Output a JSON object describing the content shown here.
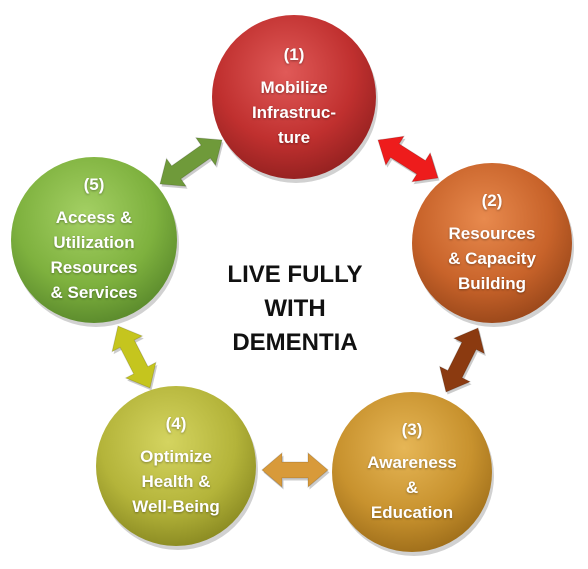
{
  "center_title": [
    "LIVE FULLY",
    "WITH",
    "DEMENTIA"
  ],
  "nodes": [
    {
      "number": "(1)",
      "lines": [
        "Mobilize",
        "Infrastruc-",
        "ture"
      ],
      "color": "#c0302f",
      "color_light": "#e05a58",
      "color_dark": "#8e1f1e"
    },
    {
      "number": "(2)",
      "lines": [
        "Resources",
        "& Capacity",
        "Building"
      ],
      "color": "#c8632a",
      "color_light": "#e88a4e",
      "color_dark": "#944418"
    },
    {
      "number": "(3)",
      "lines": [
        "Awareness",
        "&",
        "Education"
      ],
      "color": "#c8922e",
      "color_light": "#e6b656",
      "color_dark": "#9a6a18"
    },
    {
      "number": "(4)",
      "lines": [
        "Optimize",
        "Health &",
        "Well-Being"
      ],
      "color": "#b4b43a",
      "color_light": "#d4d460",
      "color_dark": "#85851f"
    },
    {
      "number": "(5)",
      "lines": [
        "Access &",
        "Utilization",
        "Resources",
        "& Services"
      ],
      "color": "#7eb13e",
      "color_light": "#a4d064",
      "color_dark": "#56852a"
    }
  ],
  "arrows": [
    {
      "between": "1-2",
      "color": "#ee1c1c"
    },
    {
      "between": "2-3",
      "color": "#8b3a10"
    },
    {
      "between": "3-4",
      "color": "#d89a3a"
    },
    {
      "between": "4-5",
      "color": "#c5c51e"
    },
    {
      "between": "5-1",
      "color": "#6f9a3a"
    }
  ]
}
